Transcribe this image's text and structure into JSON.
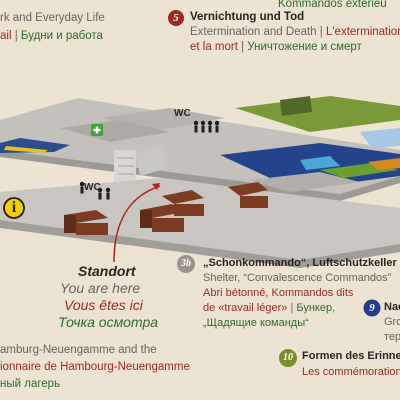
{
  "colors": {
    "background": "#ece3d2",
    "text_red": "#9c2a1e",
    "text_green": "#2f6b2a",
    "text_gray": "#6a625a",
    "badge_5": "#9c2a1e",
    "badge_3b": "#9a948a",
    "badge_9": "#1f3f8a",
    "badge_10": "#7a8c2e",
    "info_yellow": "#f1cf00",
    "first_aid_green": "#3aa53a"
  },
  "topleft": {
    "line1": "rk and Everyday Life",
    "line2_a": "ail",
    "line2_sep": " | ",
    "line2_b": "Будни и работа"
  },
  "section5": {
    "badge": "5",
    "title": "Vernichtung und Tod",
    "en": "Extermination and Death",
    "fr_sep": " | ",
    "fr_a": "L'extermination",
    "fr_b": "et la mort",
    "ru_sep": " | ",
    "ru": "Уничтожение и смерт"
  },
  "topright": {
    "text": "Kommandos extérieu"
  },
  "map_icons": {
    "wc1": "WC",
    "wc2": "WC",
    "info": "i"
  },
  "standort": {
    "de": "Standort",
    "en": "You are here",
    "fr": "Vous êtes ici",
    "ru": "Точка осмотра"
  },
  "section3b": {
    "badge": "3b",
    "title": "„Schonkommando“, Luftschutzkeller",
    "en": "Shelter, “Convalescence Commandos”",
    "fr1": "Abri bétonné, Kommandos dits",
    "fr2": "de «travail léger»",
    "sep": " | ",
    "ru1": "Бункер,",
    "ru2": "„Щадящие команды“"
  },
  "section9": {
    "badge": "9",
    "title": "Nach",
    "en": "Grou",
    "ru": "терр"
  },
  "section10": {
    "badge": "10",
    "title": "Formen des Erinnern",
    "fr": "Les commémorations"
  },
  "bottomleft": {
    "line1": "amburg-Neuengamme and the",
    "line2": "ionnaire de Hambourg-Neuengamme",
    "line3": "ный лагерь"
  }
}
